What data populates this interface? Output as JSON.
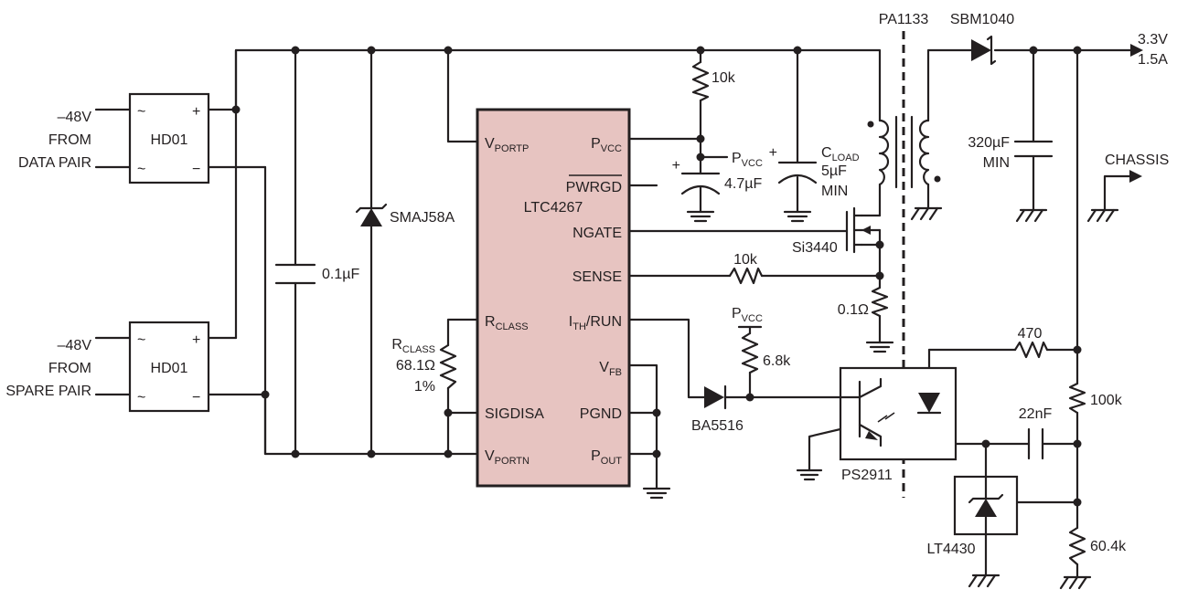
{
  "inputs": {
    "data_pair": {
      "voltage": "–48V",
      "line1": "FROM",
      "line2": "DATA PAIR"
    },
    "spare_pair": {
      "voltage": "–48V",
      "line1": "FROM",
      "line2": "SPARE PAIR"
    }
  },
  "bridges": {
    "top": {
      "label": "HD01",
      "ac_symbol": "~",
      "plus": "+",
      "minus": "−"
    },
    "bottom": {
      "label": "HD01",
      "ac_symbol": "~",
      "plus": "+",
      "minus": "−"
    }
  },
  "components": {
    "input_cap": "0.1µF",
    "tvs": "SMAJ58A",
    "rclass_name": "R",
    "rclass_sub": "CLASS",
    "rclass_value": "68.1Ω",
    "rclass_tol": "1%",
    "r_pullup": "10k",
    "pvcc_net": "P",
    "pvcc_sub": "VCC",
    "pvcc_cap": "4.7µF",
    "cload_name": "C",
    "cload_sub": "LOAD",
    "cload_value": "5µF",
    "cload_min": "MIN",
    "mosfet": "Si3440",
    "r_sense_filter": "10k",
    "r_sense": "0.1Ω",
    "r_opto_pull": "6.8k",
    "diode": "BA5516",
    "opto": "PS2911",
    "transformer": "PA1133",
    "schottky": "SBM1040",
    "out_cap_value": "320µF",
    "out_cap_min": "MIN",
    "r_470": "470",
    "r_100k": "100k",
    "cap_22nF": "22nF",
    "ref": "LT4430",
    "r_60k": "60.4k"
  },
  "chip": {
    "name": "LTC4267",
    "pins": {
      "vportp": {
        "main": "V",
        "sub": "PORTP"
      },
      "pvcc": {
        "main": "P",
        "sub": "VCC"
      },
      "pwrgd": {
        "main": "PWRGD"
      },
      "ngate": {
        "main": "NGATE"
      },
      "sense": {
        "main": "SENSE"
      },
      "rclass": {
        "main": "R",
        "sub": "CLASS"
      },
      "ithrun": {
        "main": "I",
        "sub": "TH",
        "suffix": "/RUN"
      },
      "vfb": {
        "main": "V",
        "sub": "FB"
      },
      "sigdisa": {
        "main": "SIGDISA"
      },
      "pgnd": {
        "main": "PGND"
      },
      "vportn": {
        "main": "V",
        "sub": "PORTN"
      },
      "pout": {
        "main": "P",
        "sub": "OUT"
      }
    }
  },
  "output": {
    "voltage": "3.3V",
    "current": "1.5A",
    "chassis": "CHASSIS"
  }
}
